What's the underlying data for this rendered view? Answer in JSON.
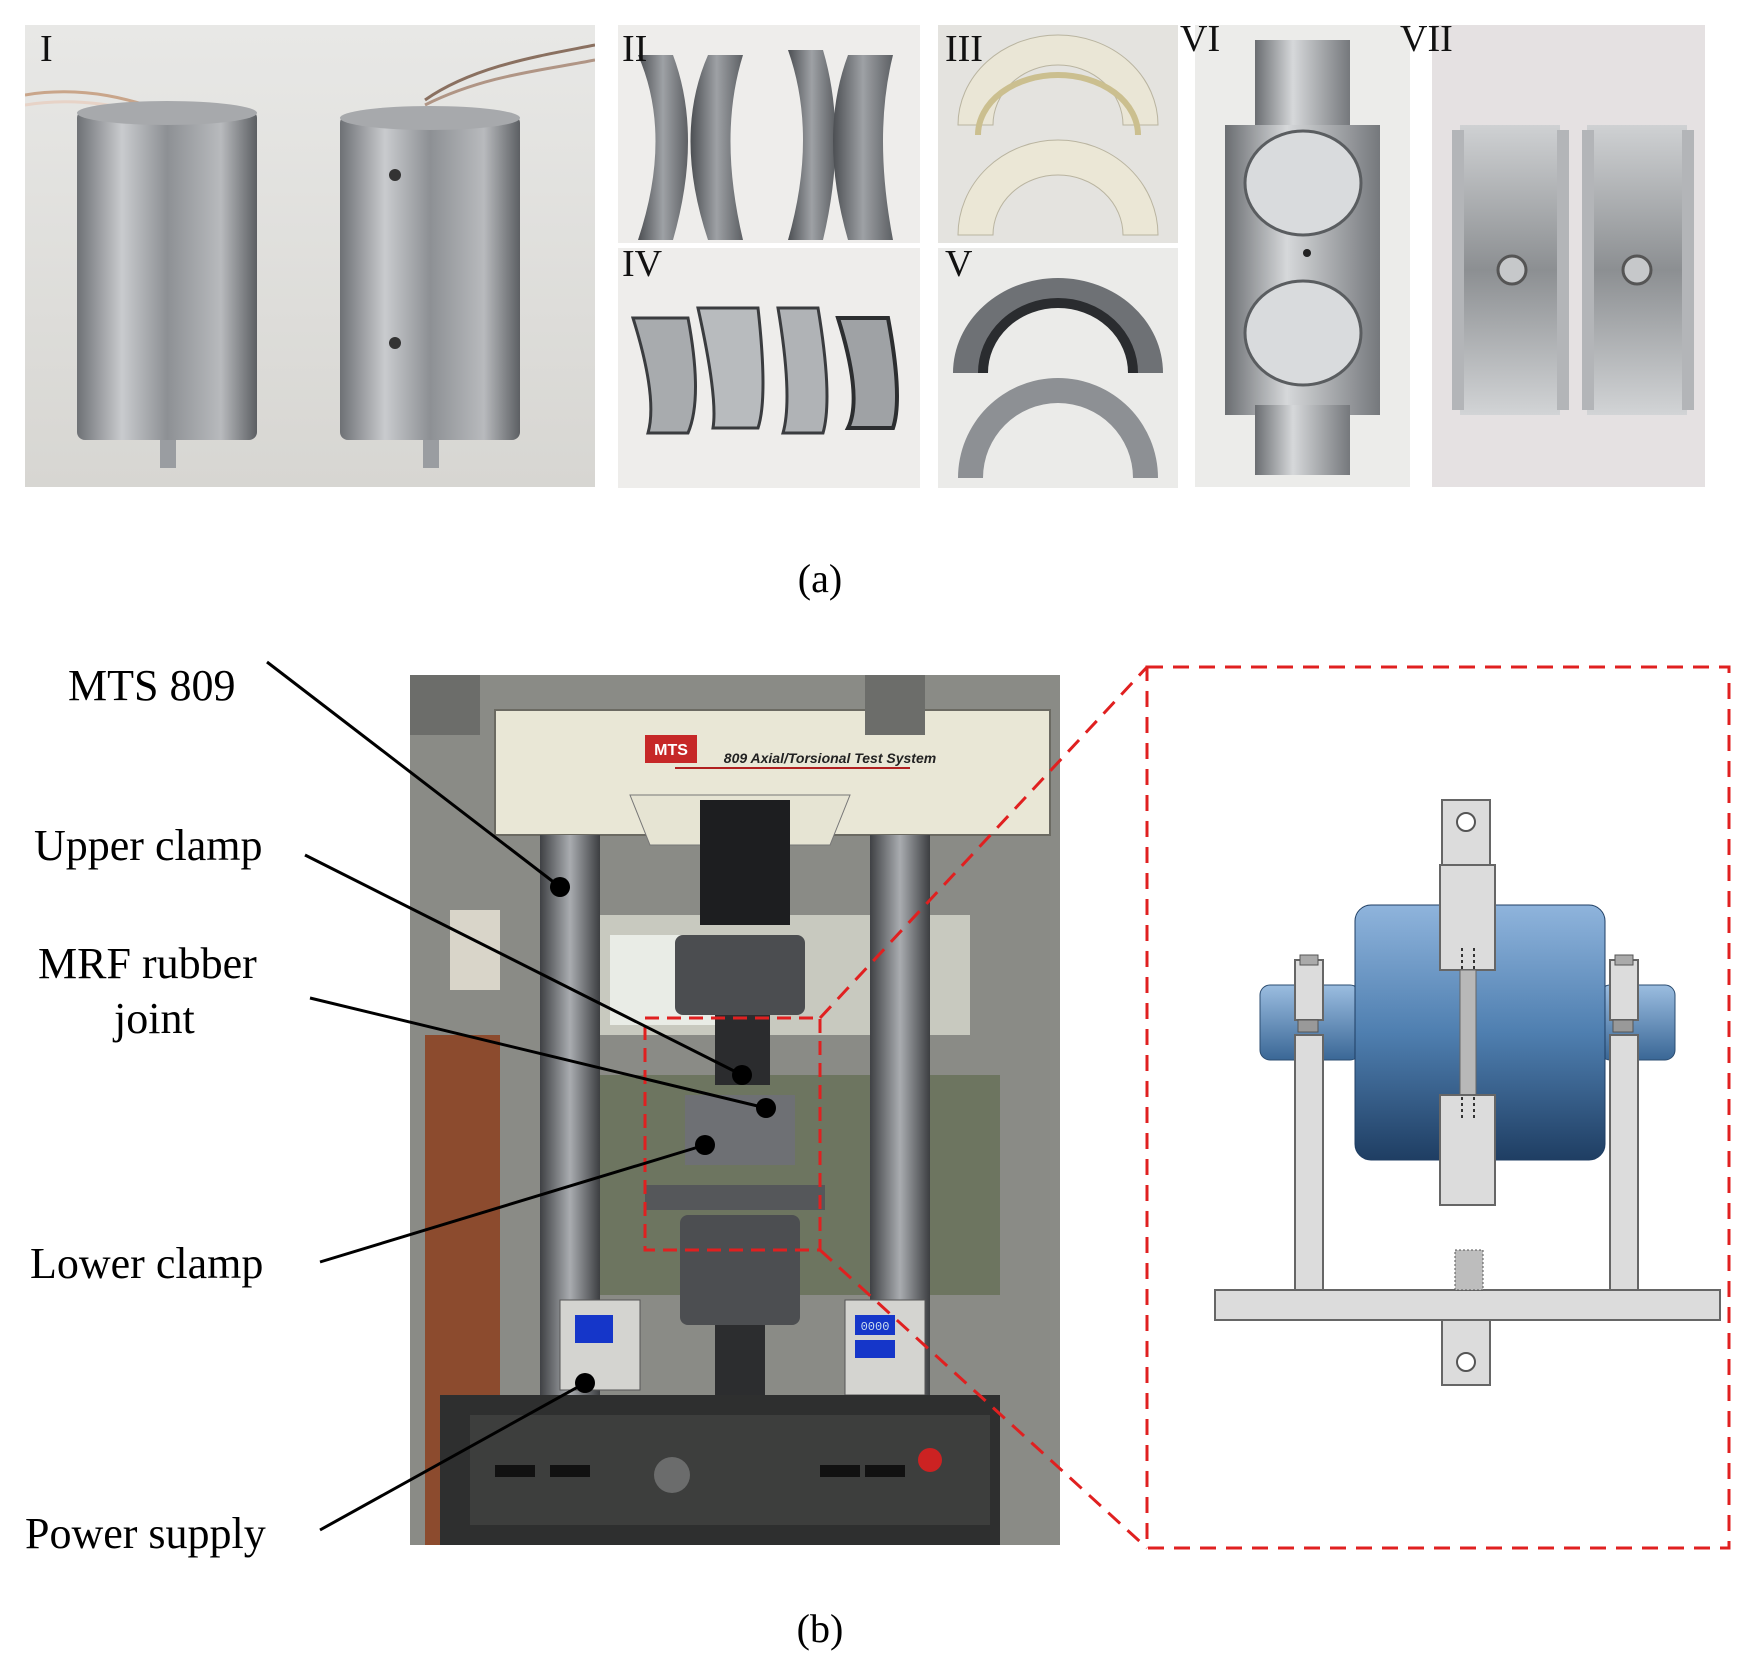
{
  "figure_a": {
    "panels": [
      {
        "id": "I"
      },
      {
        "id": "II"
      },
      {
        "id": "III"
      },
      {
        "id": "IV"
      },
      {
        "id": "V"
      },
      {
        "id": "VI"
      },
      {
        "id": "VII"
      }
    ],
    "caption": "(a)"
  },
  "figure_b": {
    "labels": {
      "mts": "MTS 809",
      "upper_clamp": "Upper clamp",
      "mrf_line1": "MRF rubber",
      "mrf_line2": "joint",
      "lower_clamp": "Lower clamp",
      "power_supply": "Power supply"
    },
    "machine_logo": "MTS",
    "machine_plate": "809 Axial/Torsional Test System",
    "display_readout": "0000",
    "caption": "(b)"
  },
  "colors": {
    "metal": "#b9bcc0",
    "joint_blue": "#3f6d9c",
    "zoom_box": "#e02020",
    "frame": "#e9e7d6"
  }
}
